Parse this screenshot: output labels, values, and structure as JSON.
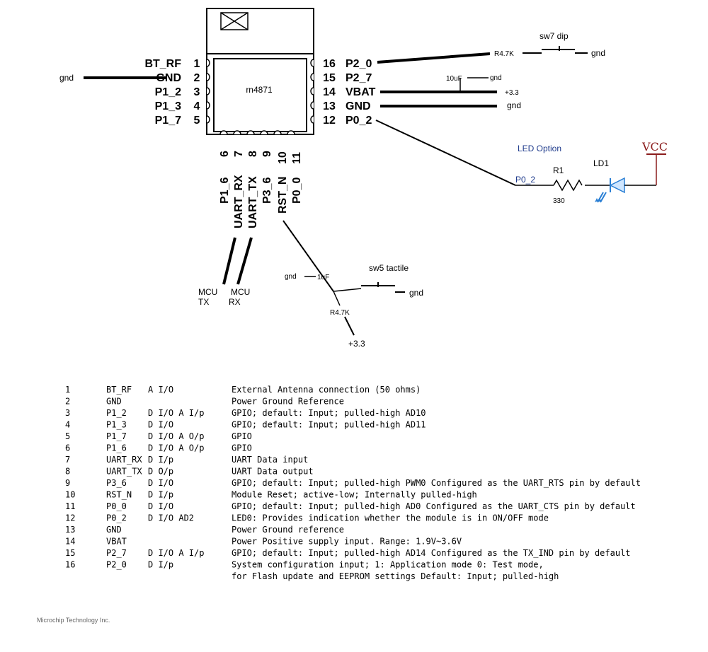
{
  "module": {
    "name": "rn4871",
    "left_pins": [
      {
        "num": "1",
        "label": "BT_RF"
      },
      {
        "num": "2",
        "label": "GND"
      },
      {
        "num": "3",
        "label": "P1_2"
      },
      {
        "num": "4",
        "label": "P1_3"
      },
      {
        "num": "5",
        "label": "P1_7"
      }
    ],
    "right_pins": [
      {
        "num": "16",
        "label": "P2_0"
      },
      {
        "num": "15",
        "label": "P2_7"
      },
      {
        "num": "14",
        "label": "VBAT"
      },
      {
        "num": "13",
        "label": "GND"
      },
      {
        "num": "12",
        "label": "P0_2"
      }
    ],
    "bottom_pins": [
      {
        "num": "6",
        "label": "P1_6"
      },
      {
        "num": "7",
        "label": "UART_RX"
      },
      {
        "num": "8",
        "label": "UART_TX"
      },
      {
        "num": "9",
        "label": "P3_6"
      },
      {
        "num": "10",
        "label": "RST_N"
      },
      {
        "num": "11",
        "label": "P0_0"
      }
    ]
  },
  "annotations": {
    "gnd_left": "gnd",
    "sw7": "sw7 dip",
    "r47k_top": "R4.7K",
    "gnd_sw7": "gnd",
    "cap_10uf": "10uF",
    "gnd_cap": "gnd",
    "vbat_33": "+3.3",
    "gnd_13": "gnd",
    "led_option": "LED Option",
    "r1": "R1",
    "r1_value": "330",
    "ld1": "LD1",
    "vcc": "VCC",
    "p0_2_net": "P0_2",
    "mcu_tx_1": "MCU",
    "mcu_tx_2": "TX",
    "mcu_rx_1": "MCU",
    "mcu_rx_2": "RX",
    "gnd_1uf": "gnd",
    "cap_1uf": "1uF",
    "sw5": "sw5 tactile",
    "gnd_sw5": "gnd",
    "r47k_bottom": "R4.7K",
    "rst_33": "+3.3"
  },
  "pin_table": [
    {
      "num": "1",
      "name": "BT_RF",
      "type": "A I/O",
      "desc": "External Antenna connection (50 ohms)"
    },
    {
      "num": "2",
      "name": "GND",
      "type": "",
      "desc": "Power Ground Reference"
    },
    {
      "num": "3",
      "name": "P1_2",
      "type": "D I/O A I/p",
      "desc": "GPIO; default: Input; pulled-high AD10"
    },
    {
      "num": "4",
      "name": "P1_3",
      "type": "D I/O",
      "desc": "GPIO; default: Input; pulled-high AD11"
    },
    {
      "num": "5",
      "name": "P1_7",
      "type": "D I/O A O/p",
      "desc": "GPIO"
    },
    {
      "num": "6",
      "name": "P1_6",
      "type": "D I/O A O/p",
      "desc": "GPIO"
    },
    {
      "num": "7",
      "name": "UART_RX",
      "type": "D I/p",
      "desc": "UART Data input"
    },
    {
      "num": "8",
      "name": "UART_TX",
      "type": "D O/p",
      "desc": "UART Data output"
    },
    {
      "num": "9",
      "name": "P3_6",
      "type": "D I/O",
      "desc": "GPIO; default: Input; pulled-high PWM0 Configured as the UART_RTS pin by default"
    },
    {
      "num": "10",
      "name": "RST_N",
      "type": "D I/p",
      "desc": "Module Reset; active-low; Internally pulled-high"
    },
    {
      "num": "11",
      "name": "P0_0",
      "type": "D I/O",
      "desc": "GPIO; default: Input; pulled-high AD0 Configured as the UART_CTS pin by default"
    },
    {
      "num": "12",
      "name": "P0_2",
      "type": "D I/O AD2",
      "desc": "LED0: Provides indication whether the module is in ON/OFF mode"
    },
    {
      "num": "13",
      "name": "GND",
      "type": "",
      "desc": "Power Ground reference"
    },
    {
      "num": "14",
      "name": "VBAT",
      "type": "",
      "desc": "Power Positive supply input. Range: 1.9V~3.6V"
    },
    {
      "num": "15",
      "name": "P2_7",
      "type": "D I/O A I/p",
      "desc": "GPIO; default: Input; pulled-high AD14 Configured as the TX_IND pin by default"
    },
    {
      "num": "16",
      "name": "P2_0",
      "type": "D I/p",
      "desc": "System configuration input; 1: Application mode 0: Test mode,"
    },
    {
      "num": "",
      "name": "",
      "type": "",
      "desc": "for Flash update and EEPROM settings Default: Input; pulled-high"
    }
  ],
  "footer": "Microchip Technology Inc.",
  "colors": {
    "line": "#000000",
    "led_blue": "#2a7fd4",
    "vcc_red": "#8b1c1c",
    "label_blue": "#1f3b8c"
  }
}
